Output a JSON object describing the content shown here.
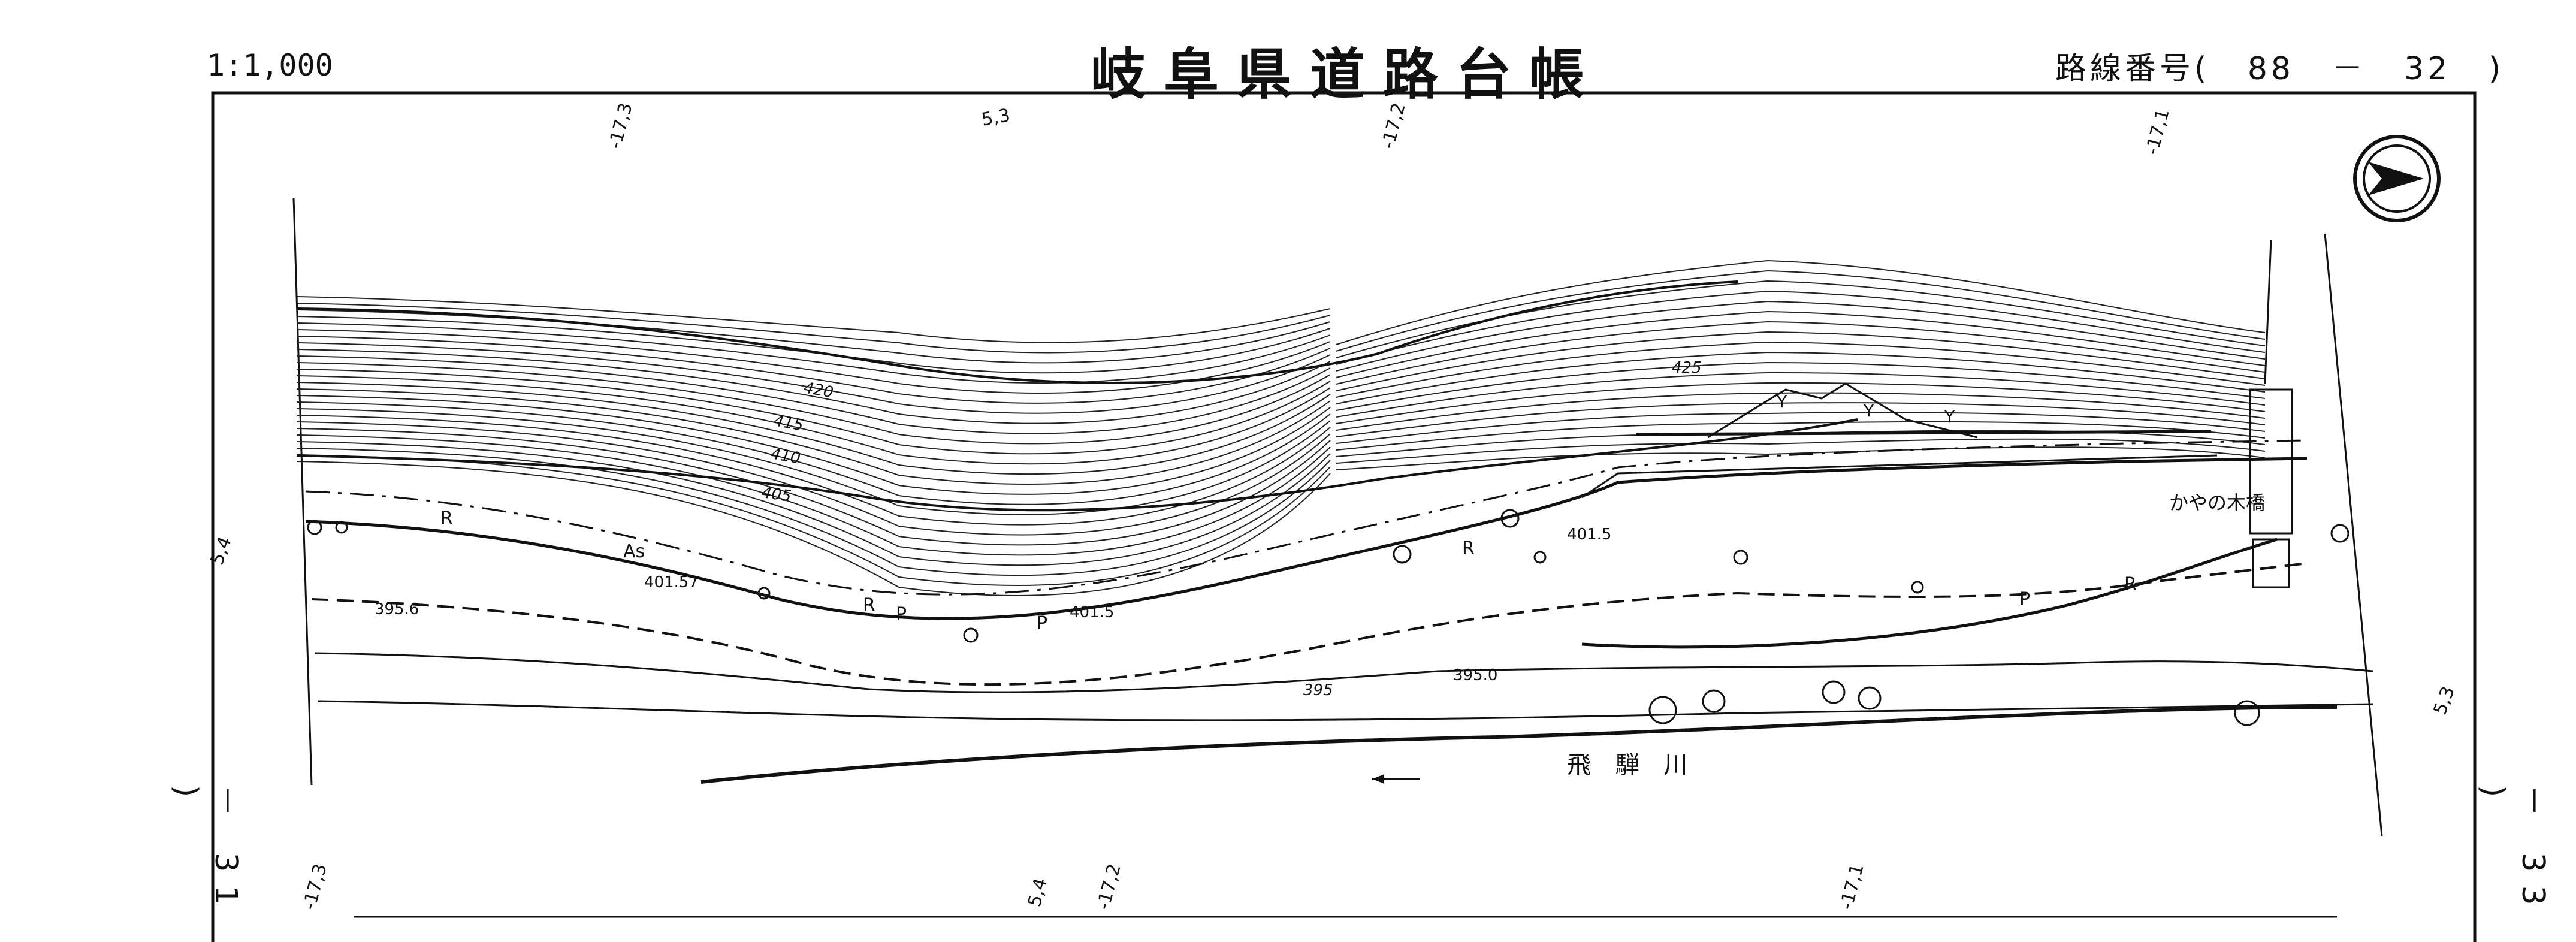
{
  "header": {
    "scale": "1:1,000",
    "title": "岐阜県道路台帳",
    "route_prefix": "路線番号(",
    "route_number": "88",
    "route_dash": "－",
    "route_sheet": "32",
    "route_suffix": ")"
  },
  "adjacent_sheets": {
    "left": "－ 31 )",
    "right": "－ 33 )"
  },
  "map": {
    "grid_labels": {
      "top": [
        "-17,3",
        "5,3",
        "-17,2",
        "-17,1"
      ],
      "bottom": [
        "-17,3",
        "5,4",
        "-17,2",
        "-17,1"
      ],
      "left": "5,4",
      "right": "5,3"
    },
    "contour_labels": [
      "420",
      "415",
      "410",
      "405",
      "425",
      "395"
    ],
    "elevations": [
      "401.57",
      "395.6",
      "401.5",
      "401.5",
      "395.0"
    ],
    "road_codes": [
      "As",
      "R",
      "R",
      "R",
      "R",
      "P",
      "P",
      "P"
    ],
    "field_codes": [
      "Y",
      "Y",
      "Y"
    ],
    "place_labels": {
      "bridge": "かやの木橋",
      "river": "飛 騨 川"
    },
    "symbol_names": [
      "north-arrow-icon",
      "manhole-icon",
      "utility-pole-icon"
    ]
  }
}
